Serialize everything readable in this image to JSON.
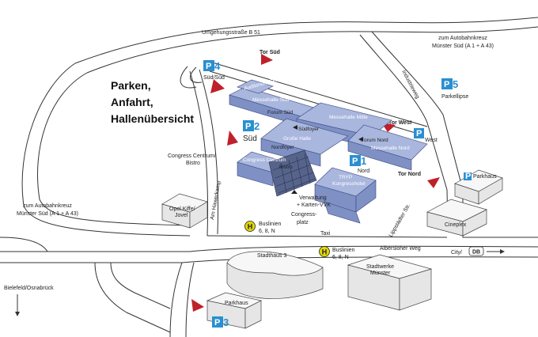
{
  "title": {
    "line1": "Parken,",
    "line2": "Anfahrt,",
    "line3": "Hallenübersicht"
  },
  "roads": {
    "b51": "Umgehungsstraße B 51",
    "industrieweg": "Industrieweg",
    "am_hawerkamp": "Am Hawerkamp",
    "lippstaedter": "Lippstädter Str.",
    "albersloher": "Albersloher Weg",
    "taxi": "Taxi"
  },
  "directions": {
    "autobahn_east_1": "zum Autobahnkreuz",
    "autobahn_east_2": "Münster Süd (A 1 + A 43)",
    "autobahn_west_1": "zum Autobahnkreuz",
    "autobahn_west_2": "Münster Süd (A 1 + A 43)",
    "bielefeld": "Bielefeld/Osnabrück",
    "city": "City/",
    "db": "DB"
  },
  "gates": {
    "sued": "Tor Süd",
    "west": "Tor West",
    "nord": "Tor Nord"
  },
  "parking": {
    "p1": {
      "num": "1",
      "label": "Nord"
    },
    "p2": {
      "num": "2",
      "label": "Süd"
    },
    "p3": {
      "num": "3"
    },
    "p4": {
      "num": "4",
      "label": "Süd/Süd"
    },
    "p5": {
      "num": "5",
      "label": "Parkellipse"
    },
    "pwest": {
      "label": "West"
    },
    "parkhaus": "Parkhaus",
    "parkhaus2": "Parkhaus"
  },
  "halls": {
    "auditorium": "Auditorium Centrum",
    "messehalle_sued": "Messehalle Süd",
    "forum_sued": "Forum Süd",
    "messehalle_mitte": "Messehalle Mitte",
    "forum_nord": "Forum Nord",
    "messehalle_nord": "Messehalle Nord",
    "suedfoyer": "Südfoyer",
    "grosse_halle": "Große Halle",
    "nordfoyer": "Nordfoyer",
    "congress_centrum": "Congress Centrum",
    "bistro": "Bistro",
    "tryp": "TRYP",
    "kongresshotel": "Kongresshotel",
    "verwaltung_1": "Verwaltung",
    "verwaltung_2": "+ Karten-VVK",
    "congressplatz_1": "Congress-",
    "congressplatz_2": "platz"
  },
  "places": {
    "cc_bistro_1": "Congress Centrum/",
    "cc_bistro_2": "Bistro",
    "opel_1": "Opel Kiffe/",
    "opel_2": "Jovel",
    "cineplex": "Cineplex",
    "stadthaus": "Stadthaus 3",
    "stadtwerke_1": "Stadtwerke",
    "stadtwerke_2": "Münster"
  },
  "bus": {
    "icon": "H",
    "label1": "Buslinien",
    "label1b": "6, 8, N",
    "label2": "Buslinien",
    "label2b": "6, 8, N"
  },
  "colors": {
    "hall": "#7e90c4",
    "parking": "#2a8fd0",
    "arrow": "#c0202a",
    "bus": "#e3d800"
  }
}
